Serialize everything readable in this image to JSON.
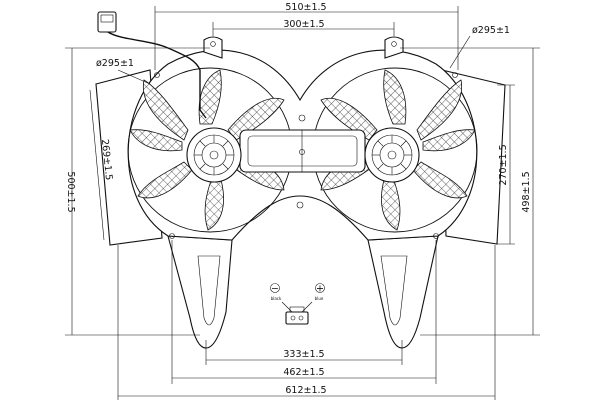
{
  "dimensions": {
    "top_width": "510±1.5",
    "top_inner": "300±1.5",
    "left_diameter": "ø295±1",
    "right_diameter": "ø295±1",
    "left_height": "269±1.5",
    "overall_height": "500±1.5",
    "right_height_inner": "270±1.5",
    "right_height_outer": "498±1.5",
    "bottom_inner": "333±1.5",
    "bottom_middle": "462±1.5",
    "bottom_overall": "612±1.5"
  },
  "connector": {
    "minus_symbol": "−",
    "plus_symbol": "+",
    "minus_label": "black",
    "plus_label": "blue"
  }
}
